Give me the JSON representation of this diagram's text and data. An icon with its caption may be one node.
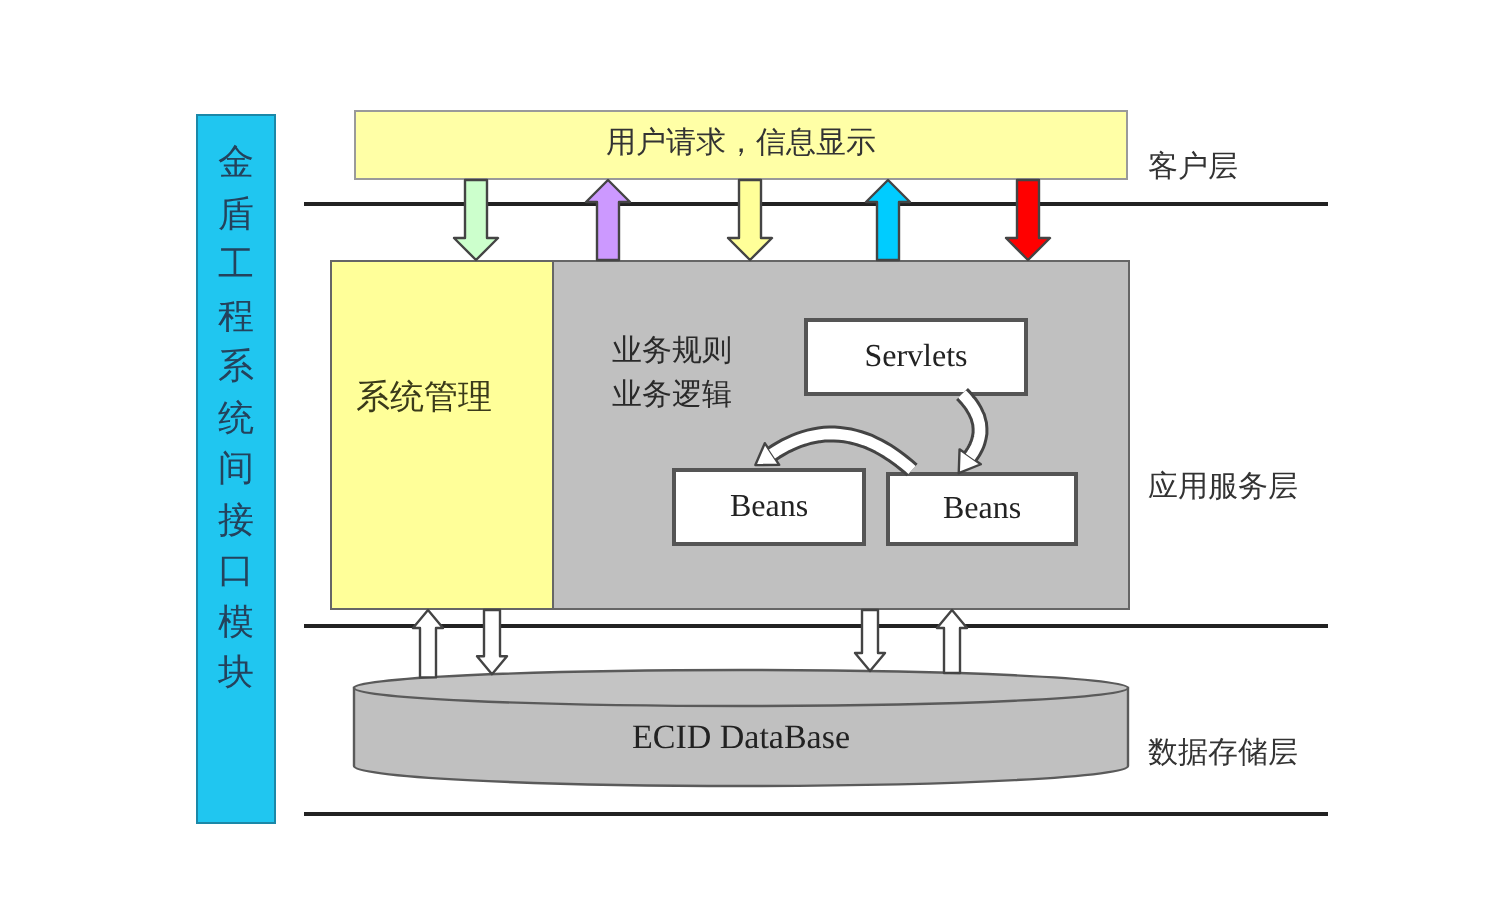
{
  "diagram": {
    "nodes": [
      {
        "text": [
          "金盾工程系统间接口模块"
        ]
      },
      {
        "text": [
          "用户请求，信息显示"
        ]
      },
      {
        "text": [
          "系统管理"
        ]
      },
      {
        "text": [
          "业务规则",
          "业务逻辑"
        ]
      },
      {
        "text": [
          "Servlets"
        ],
        "in": 3
      },
      {
        "text": [
          "Beans"
        ],
        "in": 3
      },
      {
        "text": [
          "Beans"
        ],
        "in": 3
      },
      {
        "text": [
          "ECID DataBase"
        ]
      }
    ],
    "edges": [
      {
        "from": 1,
        "to": 2,
        "arrow": "to",
        "color": "#ccffcc"
      },
      {
        "from": 3,
        "to": 1,
        "arrow": "to",
        "color": "#cc99ff"
      },
      {
        "from": 1,
        "to": 3,
        "arrow": "to",
        "color": "#ffff99"
      },
      {
        "from": 3,
        "to": 1,
        "arrow": "to",
        "color": "#00ccff"
      },
      {
        "from": 1,
        "to": 3,
        "arrow": "to",
        "color": "#ff0000"
      },
      {
        "from": 7,
        "to": 2,
        "arrow": "to"
      },
      {
        "from": 2,
        "to": 7,
        "arrow": "to"
      },
      {
        "from": 3,
        "to": 7,
        "arrow": "to"
      },
      {
        "from": 7,
        "to": 3,
        "arrow": "to"
      },
      {
        "from": 4,
        "to": 6,
        "arrow": "to"
      },
      {
        "from": 6,
        "to": 5,
        "arrow": "to"
      }
    ],
    "labels": [
      "客户层",
      "应用服务层",
      "数据存储层"
    ]
  }
}
